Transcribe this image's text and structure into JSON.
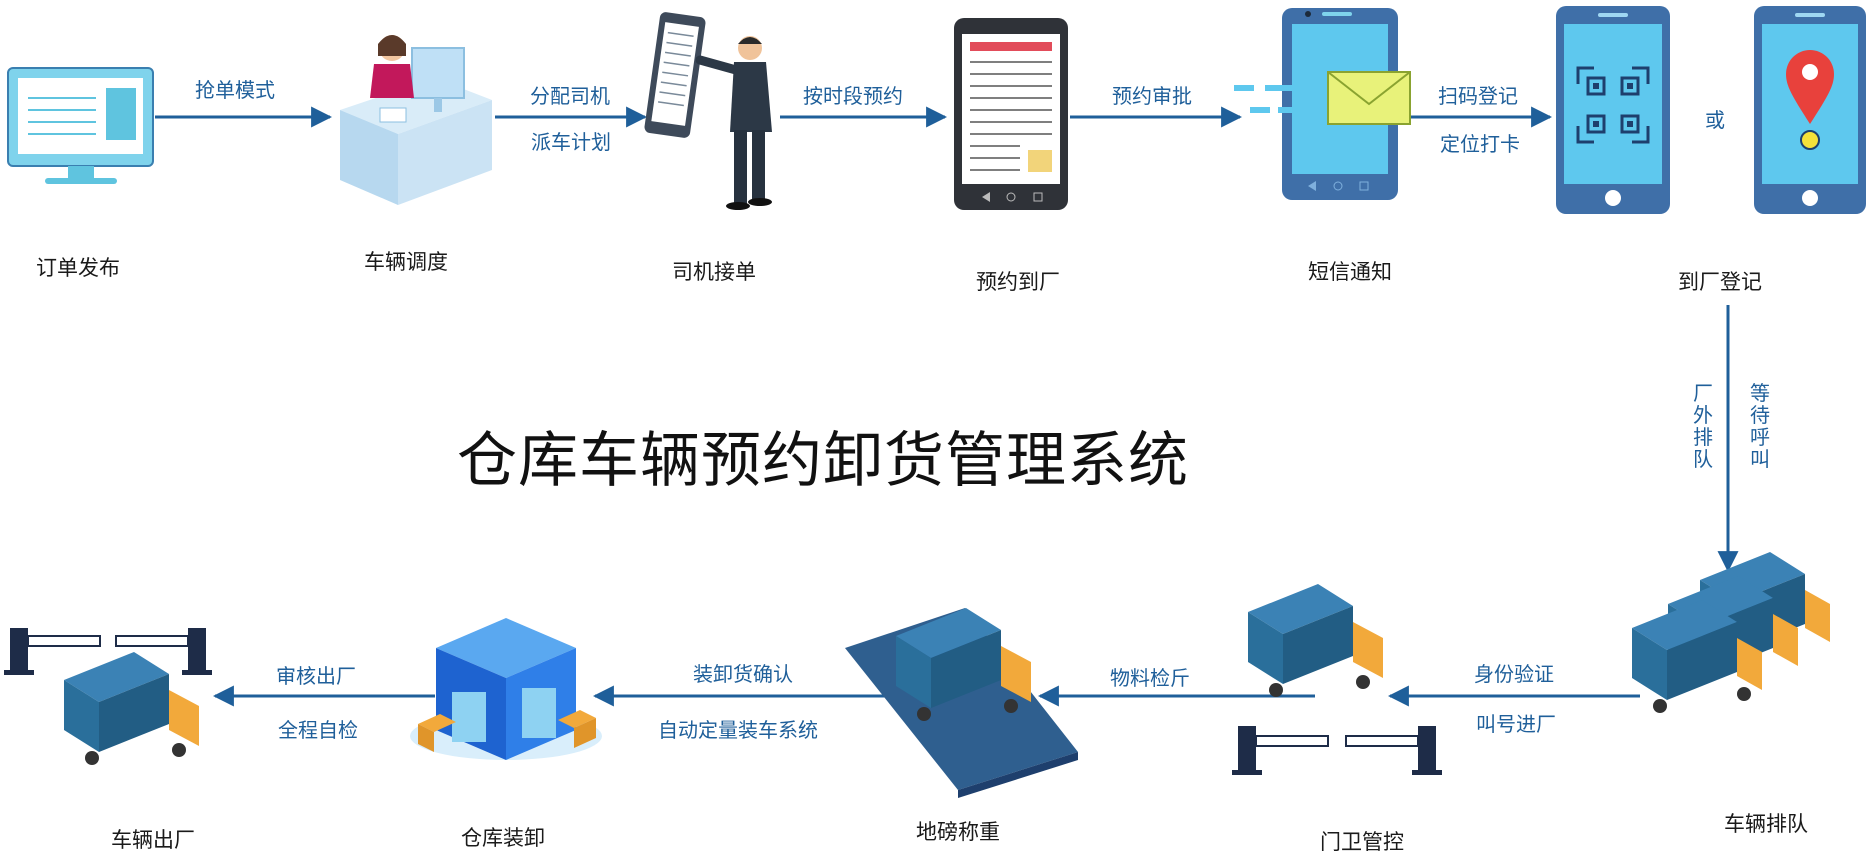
{
  "title": "仓库车辆预约卸货管理系统",
  "stages": {
    "order_publish": "订单发布",
    "vehicle_dispatch": "车辆调度",
    "driver_accept": "司机接单",
    "reserve_arrive": "预约到厂",
    "sms_notice": "短信通知",
    "arrive_register": "到厂登记",
    "vehicle_queue": "车辆排队",
    "gate_control": "门卫管控",
    "weighbridge": "地磅称重",
    "warehouse_load": "仓库装卸",
    "vehicle_exit": "车辆出厂"
  },
  "edges": {
    "grab_mode": "抢单模式",
    "assign_driver": "分配司机",
    "dispatch_plan": "派车计划",
    "time_slot": "按时段预约",
    "reserve_approve": "预约审批",
    "scan_register": "扫码登记",
    "locate_checkin": "定位打卡",
    "or": "或",
    "outside_queue": "厂外排队",
    "wait_call": "等待呼叫",
    "id_verify": "身份验证",
    "call_enter": "叫号进厂",
    "material_check": "物料检斤",
    "confirm_loading": "装卸货确认",
    "auto_loading": "自动定量装车系统",
    "review_exit": "审核出厂",
    "self_check": "全程自检"
  },
  "colors": {
    "arrow": "#1f5f9a",
    "truck_box": "#2a6f9b",
    "truck_cab": "#f2a93b",
    "phone_screen": "#5ec8ee",
    "phone_body": "#3f6fa8"
  }
}
